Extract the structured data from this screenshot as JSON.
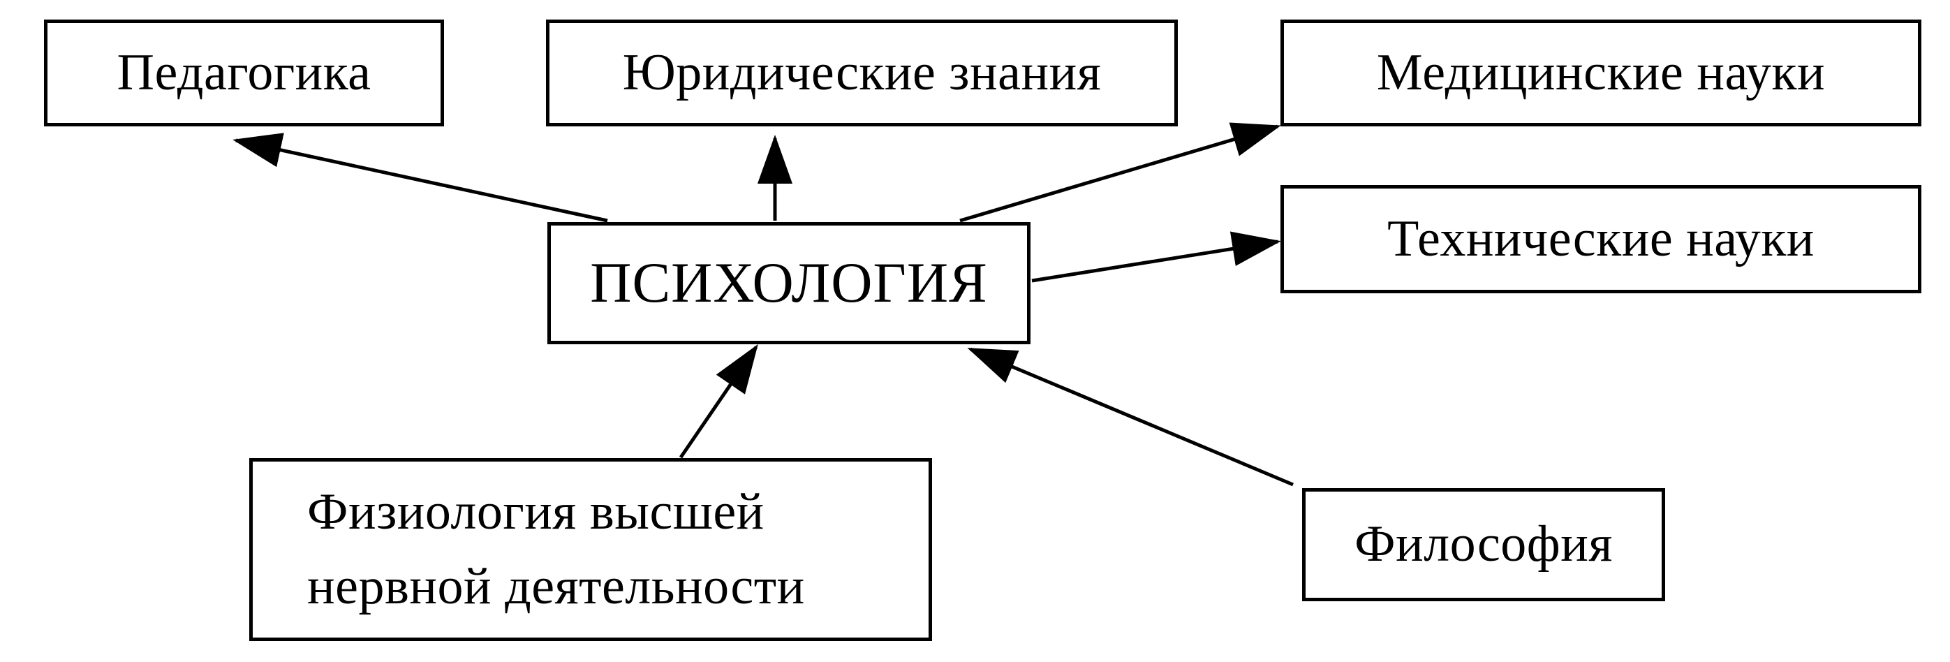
{
  "nodes": {
    "pedagogy": "Педагогика",
    "legal_knowledge": "Юридические знания",
    "medical_sciences": "Медицинские науки",
    "psychology": "ПСИХОЛОГИЯ",
    "technical_sciences": "Технические науки",
    "physiology_line1": "Физиология высшей",
    "physiology_line2": "нервной деятельности",
    "philosophy": "Философия"
  },
  "colors": {
    "line": "#000000",
    "background": "#ffffff"
  }
}
